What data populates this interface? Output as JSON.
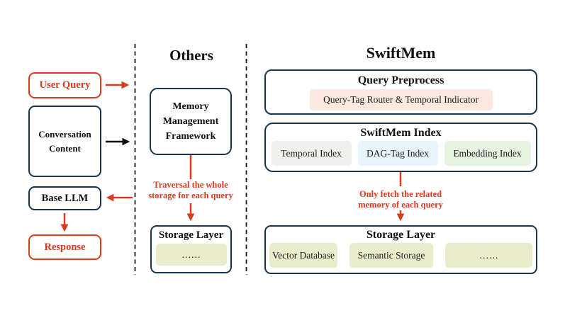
{
  "left_flow": {
    "user_query": "User Query",
    "conversation_content": "Conversation Content",
    "base_llm": "Base LLM",
    "response": "Response"
  },
  "others": {
    "title": "Others",
    "framework": "Memory Management Framework",
    "annotation": [
      "Traversal the whole",
      "storage for each query"
    ],
    "storage": {
      "title": "Storage Layer",
      "chips": [
        "……"
      ]
    }
  },
  "swiftmem": {
    "title": "SwiftMem",
    "query_preprocess": {
      "title": "Query Preprocess",
      "chip": "Query-Tag Router & Temporal Indicator"
    },
    "index": {
      "title": "SwiftMem Index",
      "chips": [
        "Temporal Index",
        "DAG-Tag Index",
        "Embedding Index"
      ]
    },
    "annotation": [
      "Only fetch the related",
      "memory of each query"
    ],
    "storage": {
      "title": "Storage Layer",
      "chips": [
        "Vector Database",
        "Semantic Storage",
        "……"
      ]
    }
  },
  "colors": {
    "accent_red": "#d93b1f",
    "outline_navy": "#17354c",
    "chip_pink": "#fbe8e0",
    "chip_gray": "#f0f0ee",
    "chip_blue": "#e8f4fb",
    "chip_green": "#e5f3e1",
    "chip_olive": "#eaedcc"
  }
}
